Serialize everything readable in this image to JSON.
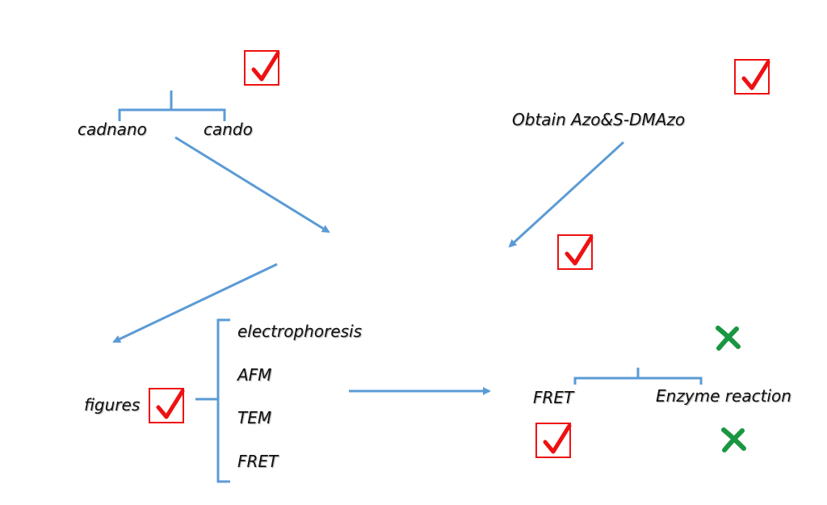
{
  "labels": {
    "cadnano": "cadnano",
    "cando": "cando",
    "obtain": "Obtain Azo&S-DMAzo",
    "figures": "figures",
    "electrophoresis": "electrophoresis",
    "afm": "AFM",
    "tem": "TEM",
    "fret_list": "FRET",
    "fret": "FRET",
    "enzyme": "Enzyme reaction"
  },
  "colors": {
    "arrow": "#5b9bd5",
    "check": "#ee1111",
    "cross": "#1a9641",
    "text": "#111111"
  },
  "icons": {
    "check": "check-mark-in-box",
    "cross": "green-x-mark"
  }
}
